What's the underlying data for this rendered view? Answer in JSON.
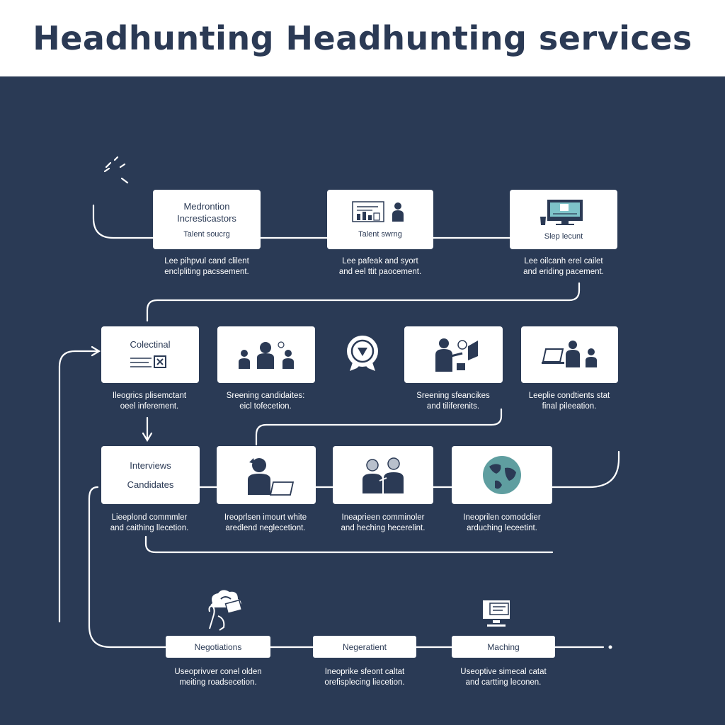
{
  "header": {
    "title": "Headhunting Headhunting services"
  },
  "row1": {
    "cards": [
      {
        "line1": "Medrontion",
        "line2": "Incresticastors",
        "caption": "Talent soucrg",
        "desc1": "Lee pihpvul cand clilent",
        "desc2": "enclpliting pacssement."
      },
      {
        "caption": "Talent swrng",
        "desc1": "Lee pafeak and syort",
        "desc2": "and eel ttit paocement."
      },
      {
        "caption": "Slep lecunt",
        "desc1": "Lee oilcanh erel cailet",
        "desc2": "and eriding pacement."
      }
    ]
  },
  "row2": {
    "cards": [
      {
        "caption": "Colectinal",
        "desc1": "Ileogrics plisemctant",
        "desc2": "oeel inferement."
      },
      {
        "desc1": "Sreening candidaites:",
        "desc2": "eicl tofecetion."
      },
      {
        "desc1": "Sreening sfeancikes",
        "desc2": "and tiliferenits."
      },
      {
        "desc1": "Leeplie condtients stat",
        "desc2": "final pileeation."
      }
    ]
  },
  "row3": {
    "cards": [
      {
        "line1": "Interviews",
        "line2": "Candidates",
        "desc1": "Lieeplond commmler",
        "desc2": "and caithing llecetion."
      },
      {
        "desc1": "Ireoprlsen imourt white",
        "desc2": "aredlend neglecetiont."
      },
      {
        "desc1": "Ineaprieen comminoler",
        "desc2": "and heching hecerelint."
      },
      {
        "desc1": "Ineoprilen comodclier",
        "desc2": "arduching leceetint."
      }
    ]
  },
  "row4": {
    "pills": [
      {
        "label": "Negotiations",
        "desc1": "Useoprivver conel olden",
        "desc2": "meiting roadsecetion."
      },
      {
        "label": "Negeratient",
        "desc1": "Ineoprike sfeont caltat",
        "desc2": "orefisplecing liecetion."
      },
      {
        "label": "Maching",
        "desc1": "Useoptive simecal catat",
        "desc2": "and cartting leconen."
      }
    ]
  }
}
